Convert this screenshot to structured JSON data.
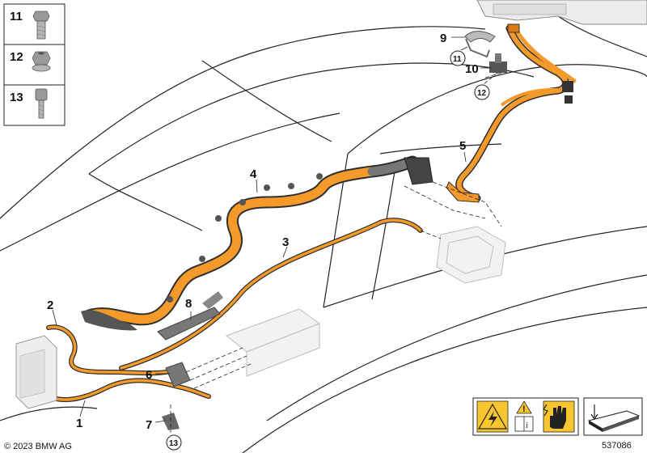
{
  "callouts": {
    "c1": "1",
    "c2": "2",
    "c3": "3",
    "c4": "4",
    "c5": "5",
    "c6": "6",
    "c7": "7",
    "c8": "8",
    "c9": "9",
    "c10": "10"
  },
  "circled_refs": {
    "r11": "11",
    "r12": "12",
    "r13": "13"
  },
  "legend": {
    "items": [
      {
        "number": "11",
        "icon": "flange-bolt-icon"
      },
      {
        "number": "12",
        "icon": "flange-nut-icon"
      },
      {
        "number": "13",
        "icon": "hex-socket-screw-icon"
      }
    ]
  },
  "footer": {
    "copyright": "© 2023 BMW AG",
    "diagram_number": "537086"
  },
  "colors": {
    "cable_orange": "#f49a2a",
    "cable_dark": "#2e2e2e",
    "warning_yellow": "#f7c62f",
    "outline_gray": "#8a8a8a"
  }
}
